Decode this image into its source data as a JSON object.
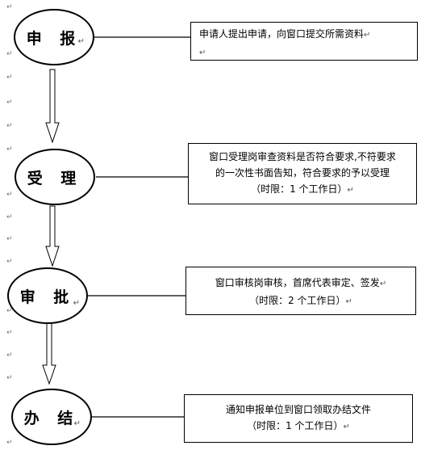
{
  "para_mark": "↵",
  "steps": [
    {
      "label": "申 报",
      "lines": [
        "申请人提出申请，向窗口提交所需资料",
        ""
      ]
    },
    {
      "label": "受 理",
      "lines": [
        "窗口受理岗审查资料是否符合要求,不符要求",
        "的一次性书面告知，符合要求的予以受理",
        "（时限：1 个工作日）"
      ]
    },
    {
      "label": "审 批",
      "lines": [
        "窗口审核岗审核，首席代表审定、签发",
        "（时限：2 个工作日）"
      ]
    },
    {
      "label": "办 结",
      "lines": [
        "通知申报单位到窗口领取办结文件",
        "（时限：1 个工作日）"
      ]
    }
  ]
}
